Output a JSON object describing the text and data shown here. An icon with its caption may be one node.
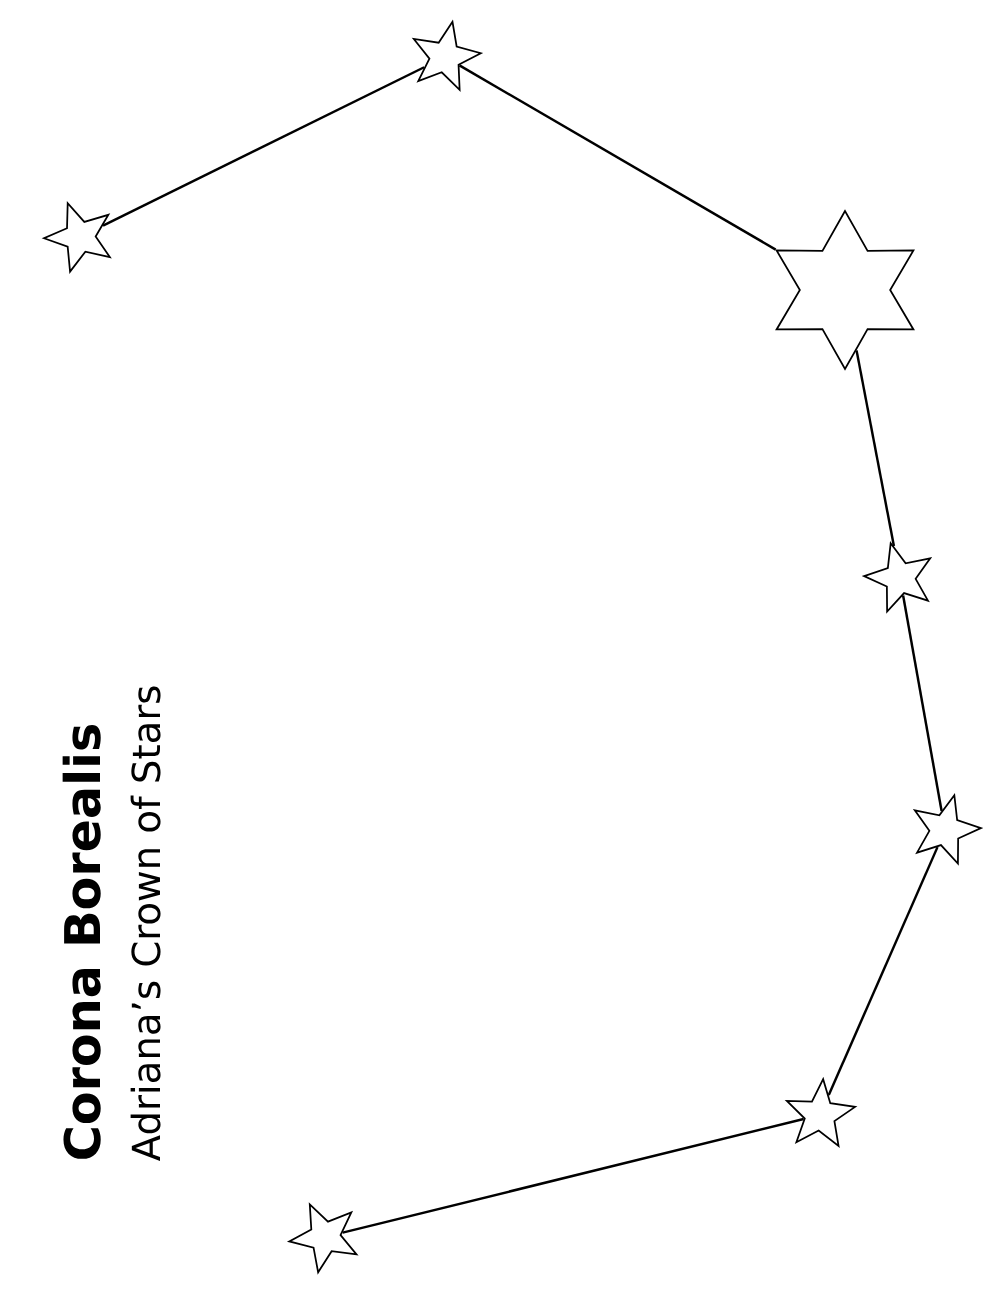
{
  "diagram": {
    "title": "Corona Borealis",
    "caption": "Adriana’s Crown of Stars",
    "nodes": [
      {
        "text": [],
        "shape": "star"
      },
      {
        "text": [],
        "shape": "star"
      },
      {
        "text": [],
        "shape": "hexagram"
      },
      {
        "text": [],
        "shape": "star"
      },
      {
        "text": [],
        "shape": "star"
      },
      {
        "text": [],
        "shape": "star"
      },
      {
        "text": [],
        "shape": "star"
      }
    ],
    "edges": [
      {
        "from": 0,
        "to": 1,
        "arrow": "none"
      },
      {
        "from": 1,
        "to": 2,
        "arrow": "none"
      },
      {
        "from": 2,
        "to": 3,
        "arrow": "none"
      },
      {
        "from": 3,
        "to": 4,
        "arrow": "none"
      },
      {
        "from": 4,
        "to": 5,
        "arrow": "none"
      },
      {
        "from": 5,
        "to": 6,
        "arrow": "none"
      }
    ]
  }
}
